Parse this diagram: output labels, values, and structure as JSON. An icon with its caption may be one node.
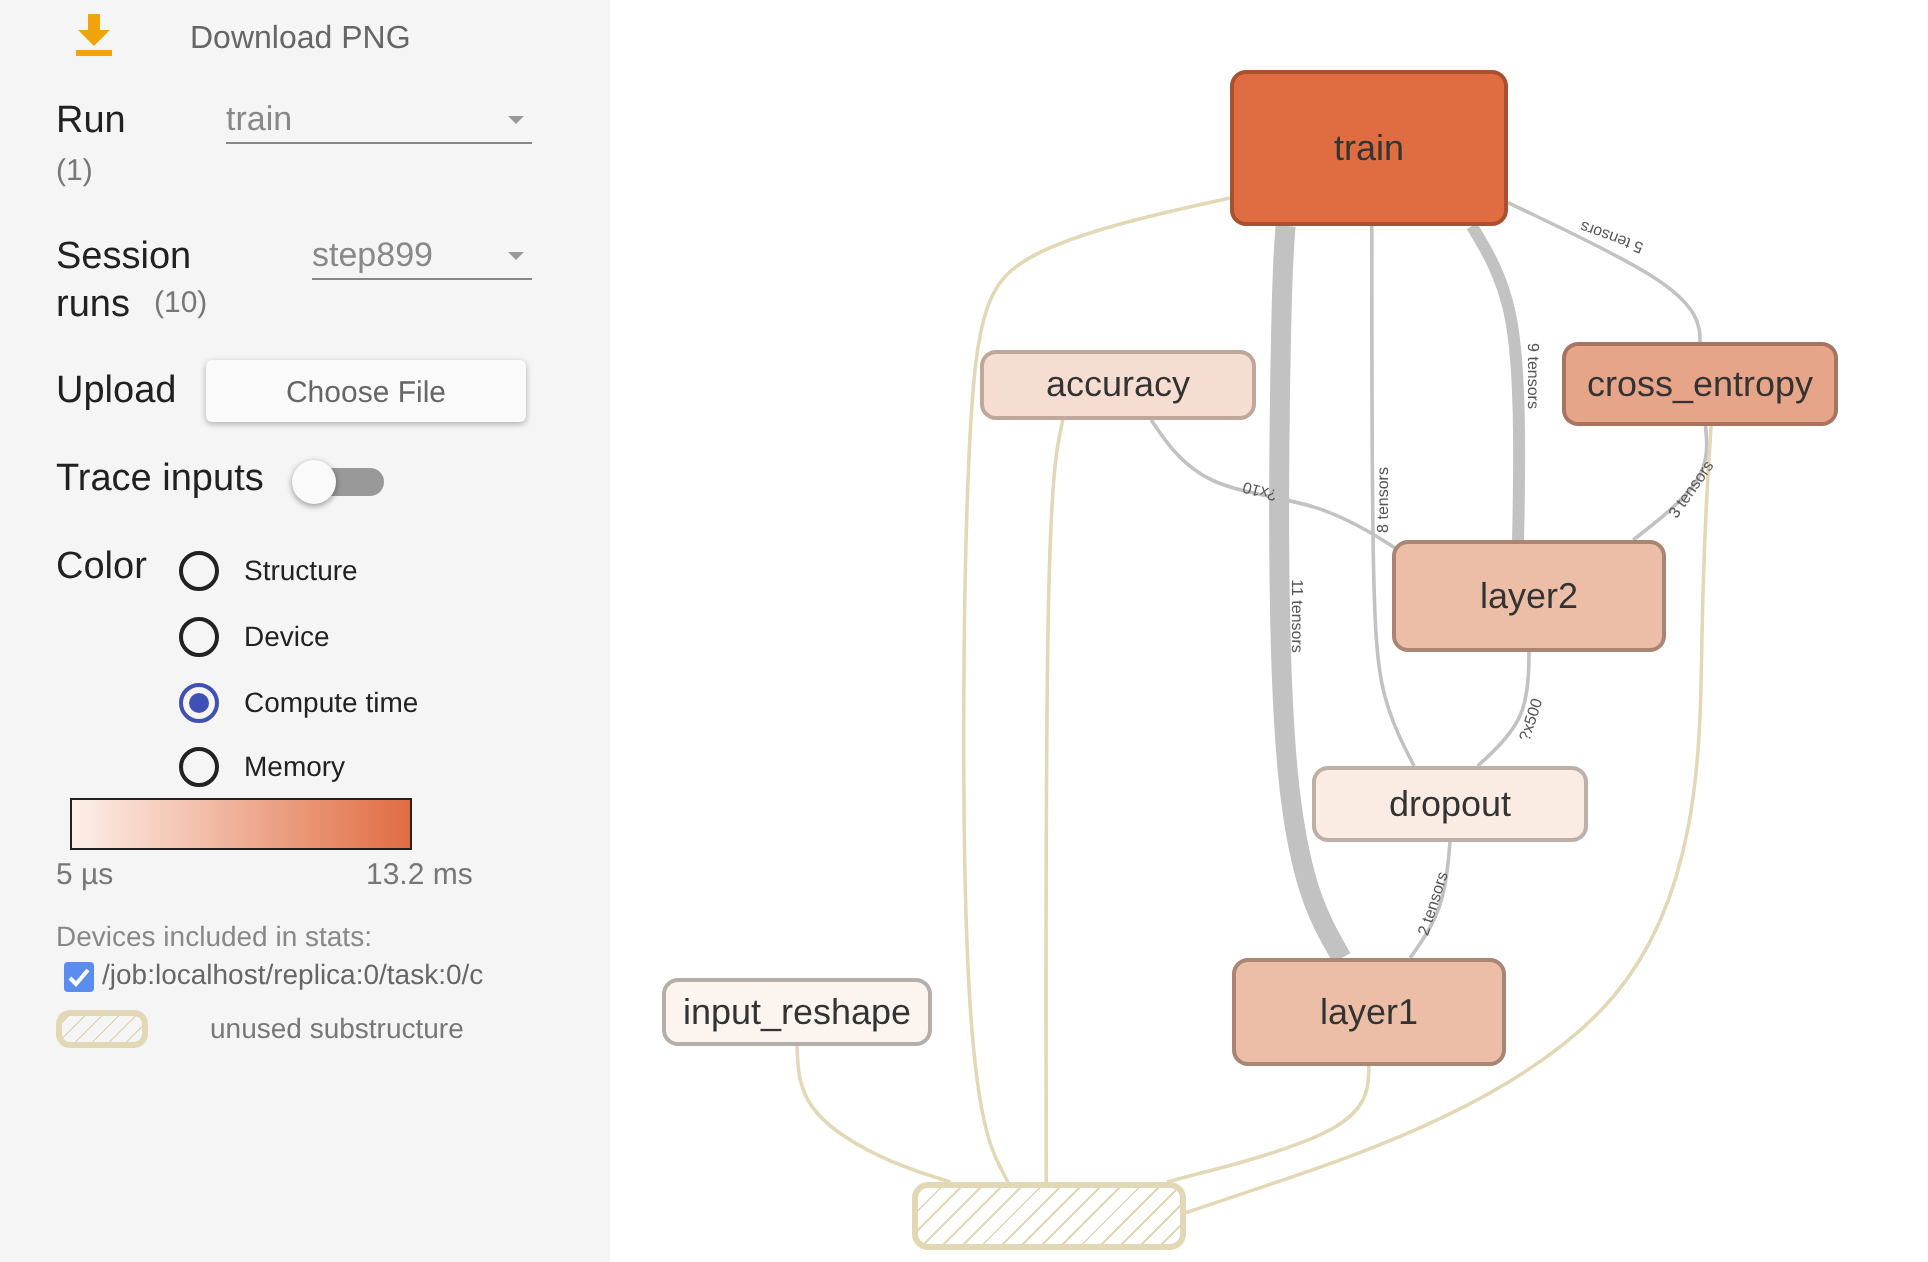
{
  "diagram": {
    "nodes": [
      {
        "text": [
          "train"
        ]
      },
      {
        "text": [
          "accuracy"
        ]
      },
      {
        "text": [
          "cross_entropy"
        ]
      },
      {
        "text": [
          "layer2"
        ]
      },
      {
        "text": [
          "dropout"
        ]
      },
      {
        "text": [
          "layer1"
        ]
      },
      {
        "text": [
          "input_reshape"
        ]
      },
      {
        "text": [],
        "shape": "box"
      }
    ],
    "edges": [
      {
        "from": 0,
        "to": 5,
        "arrow": "none",
        "label": "11 tensors",
        "style": "thick"
      },
      {
        "from": 0,
        "to": 4,
        "arrow": "none",
        "label": "8 tensors"
      },
      {
        "from": 0,
        "to": 3,
        "arrow": "none",
        "label": "9 tensors",
        "style": "thick"
      },
      {
        "from": 0,
        "to": 2,
        "arrow": "none",
        "label": "5 tensors"
      },
      {
        "from": 1,
        "to": 3,
        "arrow": "none",
        "label": "?x10"
      },
      {
        "from": 2,
        "to": 3,
        "arrow": "none",
        "label": "3 tensors"
      },
      {
        "from": 3,
        "to": 4,
        "arrow": "none",
        "label": "?x500"
      },
      {
        "from": 4,
        "to": 5,
        "arrow": "none",
        "label": "2 tensors"
      },
      {
        "from": 0,
        "to": 7,
        "arrow": "none",
        "color": "#e3d8b6"
      },
      {
        "from": 1,
        "to": 7,
        "arrow": "none",
        "color": "#e3d8b6"
      },
      {
        "from": 6,
        "to": 7,
        "arrow": "none",
        "color": "#e3d8b6"
      },
      {
        "from": 5,
        "to": 7,
        "arrow": "none",
        "color": "#e3d8b6"
      },
      {
        "from": 2,
        "to": 7,
        "arrow": "none",
        "color": "#e3d8b6"
      }
    ],
    "labels": [
      "Download PNG",
      "Run",
      "(1)",
      "train",
      "Session runs",
      "(10)",
      "step899",
      "Upload",
      "Choose File",
      "Trace inputs",
      "Color",
      "Structure",
      "Device",
      "Compute time",
      "Memory",
      "5 µs",
      "13.2 ms",
      "Devices included in stats:",
      "/job:localhost/replica:0/task:0/c"
    ],
    "legend": [
      {
        "text": "unused substructure"
      }
    ]
  }
}
